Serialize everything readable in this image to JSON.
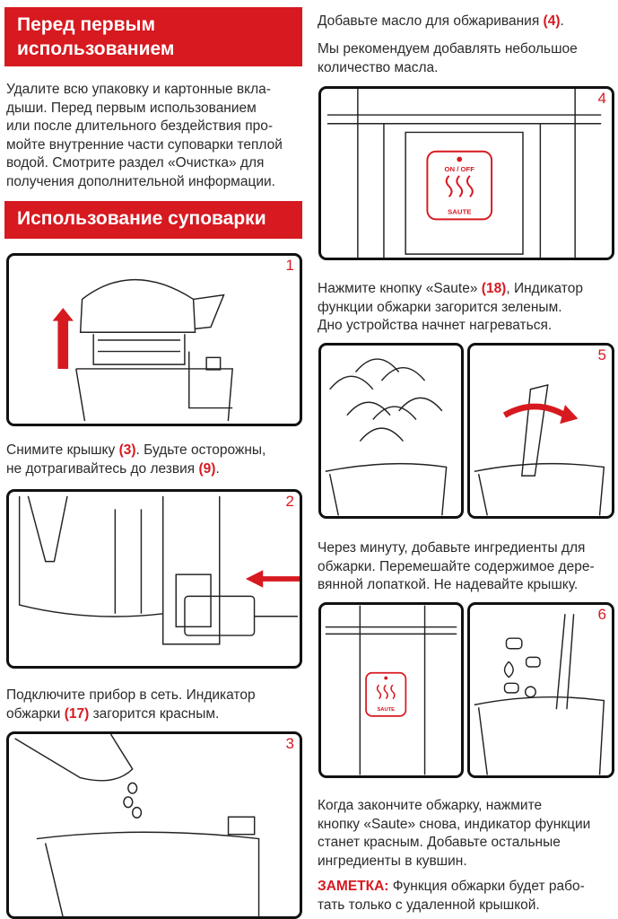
{
  "left": {
    "heading_first_use": "Перед первым использованием",
    "first_use_text": [
      "Удалите всю упаковку и картонные вкла-",
      "дыши. Перед первым использованием",
      "или после длительного бездействия про-",
      "мойте внутренние части суповарки теплой",
      "водой. Смотрите раздел «Очистка» для",
      "получения дополнительной информации."
    ],
    "heading_usage": "Использование суповарки",
    "step1_text": [
      "Снимите крышку ",
      "(3)",
      ". Будьте осторожны,",
      "не дотрагивайтесь до лезвия ",
      "(9)",
      "."
    ],
    "step2_text": [
      "Подключите прибор в сеть. Индикатор",
      "обжарки ",
      "(17)",
      " загорится красным."
    ]
  },
  "right": {
    "step3_text": [
      "Добавьте масло для обжаривания ",
      "(4)",
      "."
    ],
    "oil_note": [
      "Мы рекомендуем добавлять небольшое",
      "количество масла."
    ],
    "step4_text": [
      "Нажмите кнопку «Saute» ",
      "(18)",
      ", Индикатор",
      "функции обжарки загорится зеленым.",
      "Дно устройства начнет нагреваться."
    ],
    "step5_text": [
      "Через минуту, добавьте ингредиенты для",
      "обжарки. Перемешайте содержимое дере-",
      "вянной лопаткой. Не надевайте крышку."
    ],
    "step6_text": [
      "Когда закончите обжарку, нажмите",
      "кнопку «Saute» снова, индикатор функции",
      "станет красным. Добавьте остальные",
      "ингредиенты в кувшин."
    ],
    "note_label": "ЗАМЕТКА:",
    "note_text": [
      " Функция обжарки будет рабо-",
      "тать только с удаленной крышкой."
    ]
  },
  "figures": {
    "n1": "1",
    "n2": "2",
    "n3": "3",
    "n4": "4",
    "n5": "5",
    "n6": "6",
    "button_on_off": "ON / OFF",
    "button_saute": "SAUTE",
    "button_saute_small": "SAUTE"
  },
  "colors": {
    "accent": "#d71920",
    "text": "#2b2b2b",
    "line": "#111111"
  }
}
